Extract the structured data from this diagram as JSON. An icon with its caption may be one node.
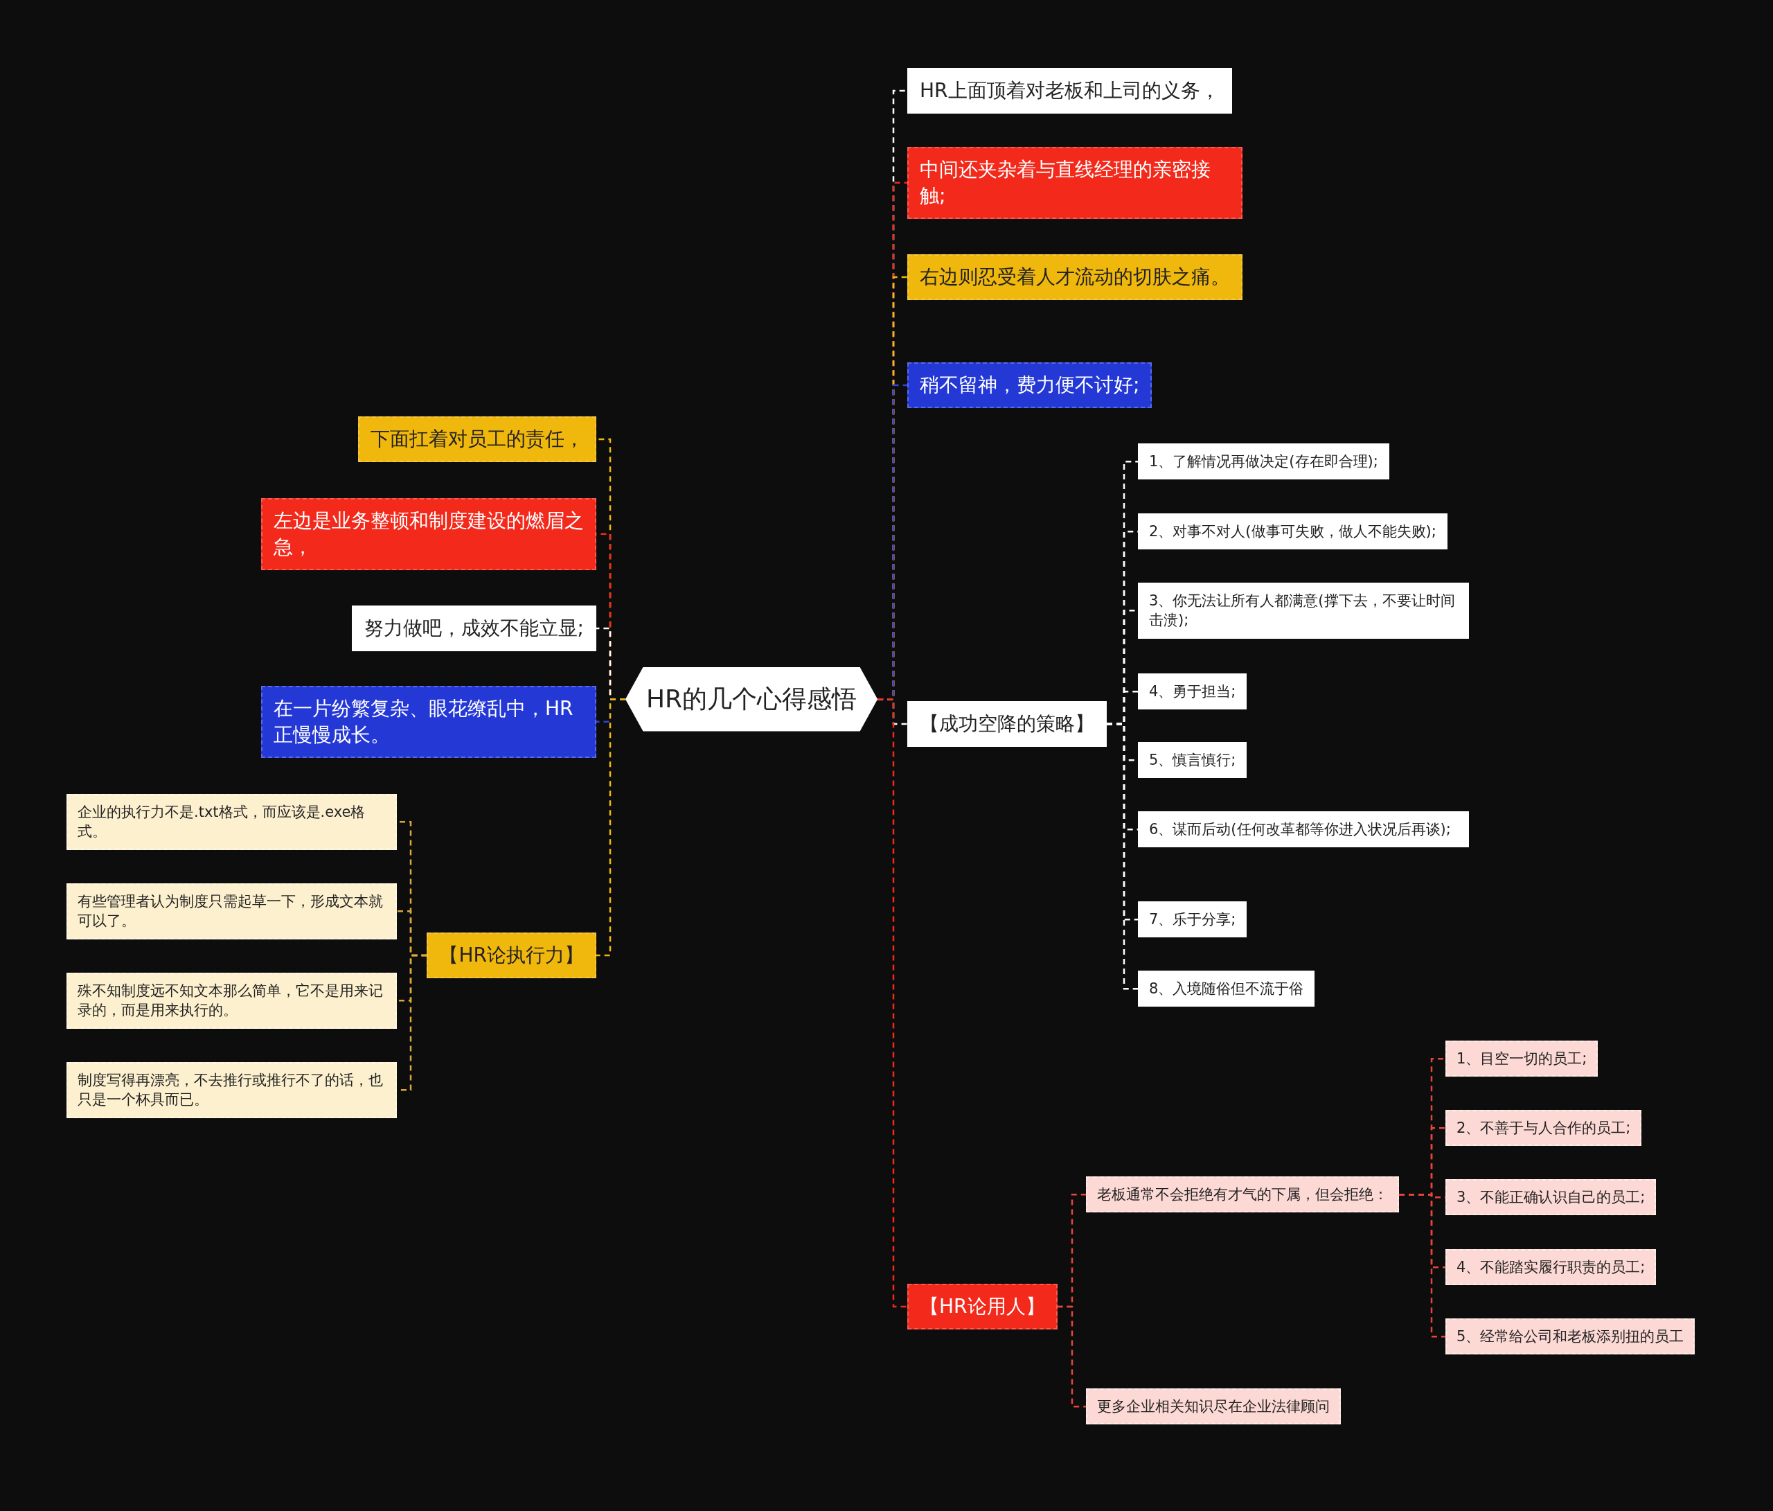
{
  "diagram": {
    "nodes": [
      {
        "text": [
          "HR的几个心得感悟"
        ]
      },
      {
        "text": [
          "HR上面顶着对老板和上司的义务，"
        ]
      },
      {
        "text": [
          "中间还夹杂着与直线经理的亲密接触;"
        ]
      },
      {
        "text": [
          "右边则忍受着人才流动的切肤之痛。"
        ]
      },
      {
        "text": [
          "稍不留神，费力便不讨好;"
        ]
      },
      {
        "text": [
          "【成功空降的策略】"
        ]
      },
      {
        "text": [
          "1、了解情况再做决定(存在即合理);"
        ]
      },
      {
        "text": [
          "2、对事不对人(做事可失败，做人不能失败);"
        ]
      },
      {
        "text": [
          "3、你无法让所有人都满意(撑下去，不要让时间击溃);"
        ]
      },
      {
        "text": [
          "4、勇于担当;"
        ]
      },
      {
        "text": [
          "5、慎言慎行;"
        ]
      },
      {
        "text": [
          "6、谋而后动(任何改革都等你进入状况后再谈);"
        ]
      },
      {
        "text": [
          "7、乐于分享;"
        ]
      },
      {
        "text": [
          "8、入境随俗但不流于俗"
        ]
      },
      {
        "text": [
          "【HR论用人】"
        ]
      },
      {
        "text": [
          "老板通常不会拒绝有才气的下属，但会拒绝："
        ]
      },
      {
        "text": [
          "1、目空一切的员工;"
        ]
      },
      {
        "text": [
          "2、不善于与人合作的员工;"
        ]
      },
      {
        "text": [
          "3、不能正确认识自己的员工;"
        ]
      },
      {
        "text": [
          "4、不能踏实履行职责的员工;"
        ]
      },
      {
        "text": [
          "5、经常给公司和老板添别扭的员工"
        ]
      },
      {
        "text": [
          "更多企业相关知识尽在企业法律顾问"
        ]
      },
      {
        "text": [
          "下面扛着对员工的责任，"
        ]
      },
      {
        "text": [
          "左边是业务整顿和制度建设的燃眉之急，"
        ]
      },
      {
        "text": [
          "努力做吧，成效不能立显;"
        ]
      },
      {
        "text": [
          "在一片纷繁复杂、眼花缭乱中，HR正慢慢成长。"
        ]
      },
      {
        "text": [
          "【HR论执行力】"
        ]
      },
      {
        "text": [
          "企业的执行力不是.txt格式，而应该是.exe格式。"
        ]
      },
      {
        "text": [
          "有些管理者认为制度只需起草一下，形成文本就可以了。"
        ]
      },
      {
        "text": [
          "殊不知制度远不知文本那么简单，它不是用来记录的，而是用来执行的。"
        ]
      },
      {
        "text": [
          "制度写得再漂亮，不去推行或推行不了的话，也只是一个杯具而已。"
        ]
      }
    ],
    "edges": [
      {
        "from": 0,
        "to": 1,
        "arrow": "none",
        "style": "dashed",
        "color": "#ffffff"
      },
      {
        "from": 0,
        "to": 2,
        "arrow": "none",
        "style": "dashed",
        "color": "#f2291b"
      },
      {
        "from": 0,
        "to": 3,
        "arrow": "none",
        "style": "dashed",
        "color": "#f0b70c"
      },
      {
        "from": 0,
        "to": 4,
        "arrow": "none",
        "style": "dashed",
        "color": "#2f45d9"
      },
      {
        "from": 0,
        "to": 5,
        "arrow": "none",
        "style": "dashed",
        "color": "#ffffff"
      },
      {
        "from": 0,
        "to": 14,
        "arrow": "none",
        "style": "dashed",
        "color": "#f2291b"
      },
      {
        "from": 5,
        "to": 6,
        "arrow": "none",
        "style": "dashed",
        "color": "#ffffff"
      },
      {
        "from": 5,
        "to": 7,
        "arrow": "none",
        "style": "dashed",
        "color": "#ffffff"
      },
      {
        "from": 5,
        "to": 8,
        "arrow": "none",
        "style": "dashed",
        "color": "#ffffff"
      },
      {
        "from": 5,
        "to": 9,
        "arrow": "none",
        "style": "dashed",
        "color": "#ffffff"
      },
      {
        "from": 5,
        "to": 10,
        "arrow": "none",
        "style": "dashed",
        "color": "#ffffff"
      },
      {
        "from": 5,
        "to": 11,
        "arrow": "none",
        "style": "dashed",
        "color": "#ffffff"
      },
      {
        "from": 5,
        "to": 12,
        "arrow": "none",
        "style": "dashed",
        "color": "#ffffff"
      },
      {
        "from": 5,
        "to": 13,
        "arrow": "none",
        "style": "dashed",
        "color": "#ffffff"
      },
      {
        "from": 14,
        "to": 15,
        "arrow": "none",
        "style": "dashed",
        "color": "#e8453a"
      },
      {
        "from": 14,
        "to": 21,
        "arrow": "none",
        "style": "dashed",
        "color": "#e8453a"
      },
      {
        "from": 15,
        "to": 16,
        "arrow": "none",
        "style": "dashed",
        "color": "#e8453a"
      },
      {
        "from": 15,
        "to": 17,
        "arrow": "none",
        "style": "dashed",
        "color": "#e8453a"
      },
      {
        "from": 15,
        "to": 18,
        "arrow": "none",
        "style": "dashed",
        "color": "#e8453a"
      },
      {
        "from": 15,
        "to": 19,
        "arrow": "none",
        "style": "dashed",
        "color": "#e8453a"
      },
      {
        "from": 15,
        "to": 20,
        "arrow": "none",
        "style": "dashed",
        "color": "#e8453a"
      },
      {
        "from": 0,
        "to": 22,
        "arrow": "none",
        "style": "dashed",
        "color": "#f0b70c"
      },
      {
        "from": 0,
        "to": 23,
        "arrow": "none",
        "style": "dashed",
        "color": "#f2291b"
      },
      {
        "from": 0,
        "to": 24,
        "arrow": "none",
        "style": "dashed",
        "color": "#ffffff"
      },
      {
        "from": 0,
        "to": 25,
        "arrow": "none",
        "style": "dashed",
        "color": "#2f45d9"
      },
      {
        "from": 0,
        "to": 26,
        "arrow": "none",
        "style": "dashed",
        "color": "#f0b70c"
      },
      {
        "from": 26,
        "to": 27,
        "arrow": "none",
        "style": "dashed",
        "color": "#d9a93a"
      },
      {
        "from": 26,
        "to": 28,
        "arrow": "none",
        "style": "dashed",
        "color": "#d9a93a"
      },
      {
        "from": 26,
        "to": 29,
        "arrow": "none",
        "style": "dashed",
        "color": "#d9a93a"
      },
      {
        "from": 26,
        "to": 30,
        "arrow": "none",
        "style": "dashed",
        "color": "#d9a93a"
      }
    ]
  }
}
